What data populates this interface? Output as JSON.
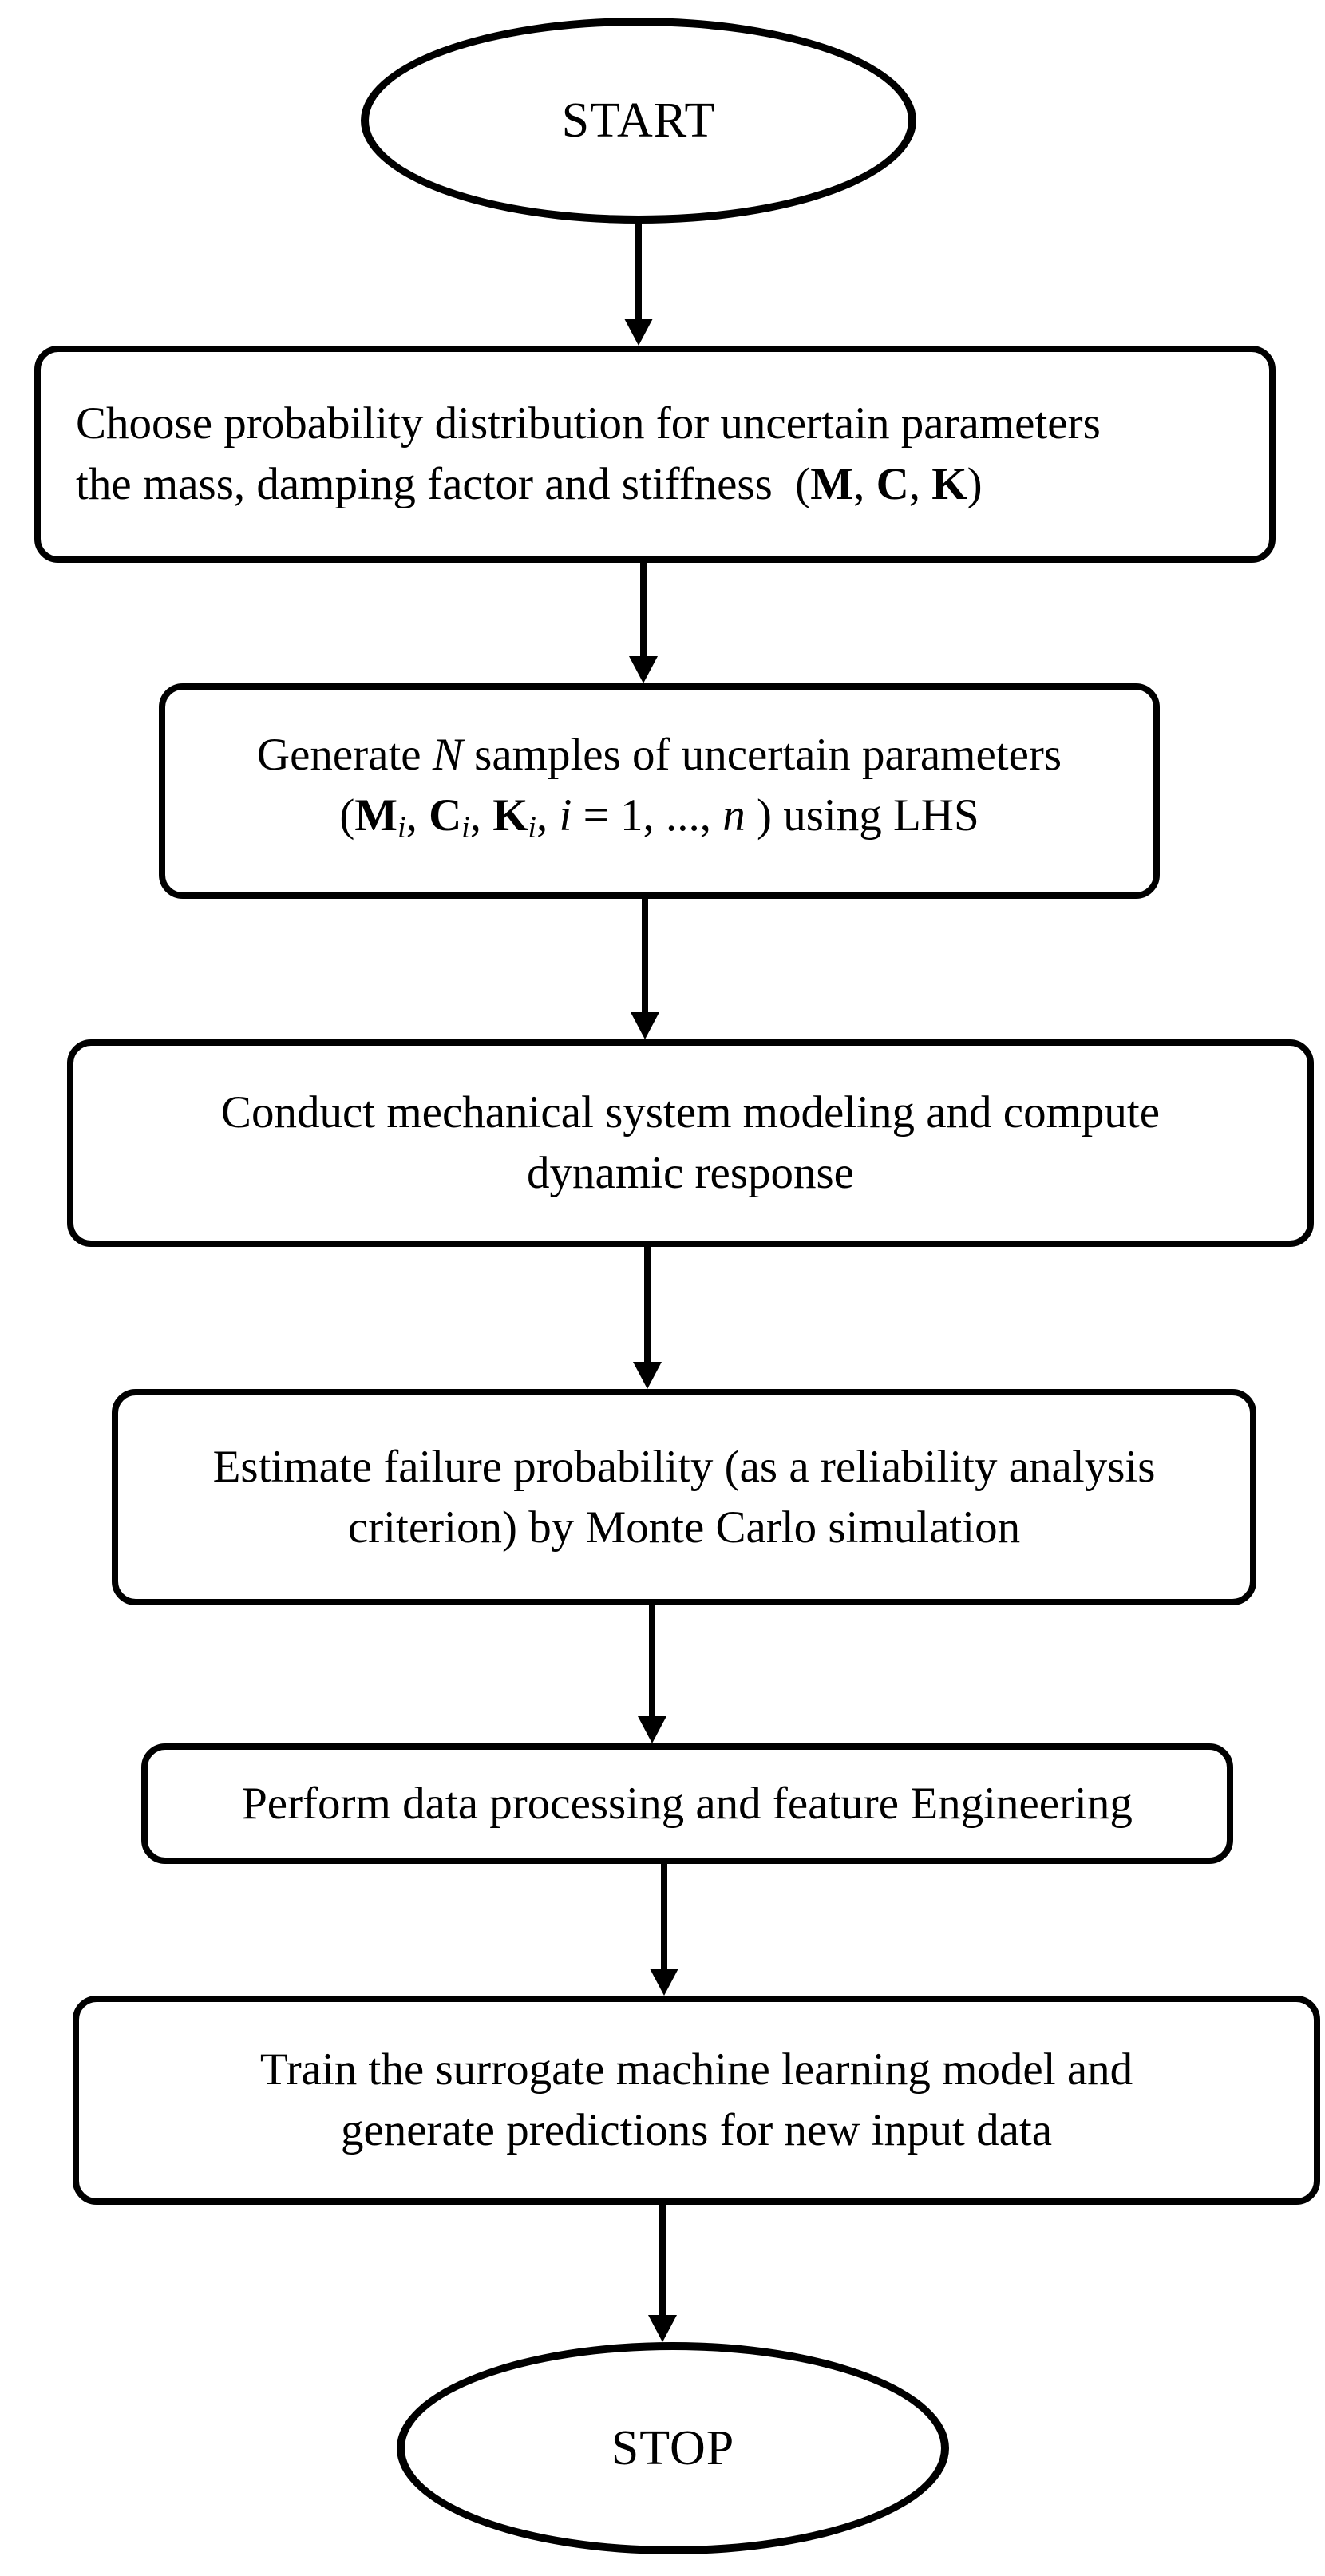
{
  "flowchart": {
    "colors": {
      "stroke": "#000000",
      "background": "#ffffff",
      "text": "#000000"
    },
    "nodes": {
      "start": {
        "type": "terminator",
        "label": "START"
      },
      "step1": {
        "type": "process",
        "lines": [
          [
            {
              "t": "Choose probability distribution for uncertain parameters"
            }
          ],
          [
            {
              "t": "the mass, damping factor and stiffness  ("
            },
            {
              "t": "M",
              "s": "b"
            },
            {
              "t": ", "
            },
            {
              "t": "C",
              "s": "b"
            },
            {
              "t": ", "
            },
            {
              "t": "K",
              "s": "b"
            },
            {
              "t": ")"
            }
          ]
        ]
      },
      "step2": {
        "type": "process",
        "lines": [
          [
            {
              "t": "Generate "
            },
            {
              "t": "N",
              "s": "i"
            },
            {
              "t": " samples of uncertain parameters"
            }
          ],
          [
            {
              "t": "("
            },
            {
              "t": "M",
              "s": "b"
            },
            {
              "t": "i",
              "s": "sub"
            },
            {
              "t": ", "
            },
            {
              "t": "C",
              "s": "b"
            },
            {
              "t": "i",
              "s": "sub"
            },
            {
              "t": ", "
            },
            {
              "t": "K",
              "s": "b"
            },
            {
              "t": "i",
              "s": "sub"
            },
            {
              "t": ", "
            },
            {
              "t": "i",
              "s": "i"
            },
            {
              "t": " = 1, ..., "
            },
            {
              "t": "n",
              "s": "i"
            },
            {
              "t": " ) using LHS"
            }
          ]
        ]
      },
      "step3": {
        "type": "process",
        "lines": [
          [
            {
              "t": "Conduct mechanical system modeling and compute"
            }
          ],
          [
            {
              "t": "dynamic response"
            }
          ]
        ]
      },
      "step4": {
        "type": "process",
        "lines": [
          [
            {
              "t": "Estimate failure probability (as a reliability analysis"
            }
          ],
          [
            {
              "t": "criterion) by Monte Carlo simulation"
            }
          ]
        ]
      },
      "step5": {
        "type": "process",
        "lines": [
          [
            {
              "t": "Perform data processing and feature Engineering"
            }
          ]
        ]
      },
      "step6": {
        "type": "process",
        "lines": [
          [
            {
              "t": "Train the surrogate machine learning model and"
            }
          ],
          [
            {
              "t": "generate predictions for new input data"
            }
          ]
        ]
      },
      "stop": {
        "type": "terminator",
        "label": "STOP"
      }
    }
  }
}
